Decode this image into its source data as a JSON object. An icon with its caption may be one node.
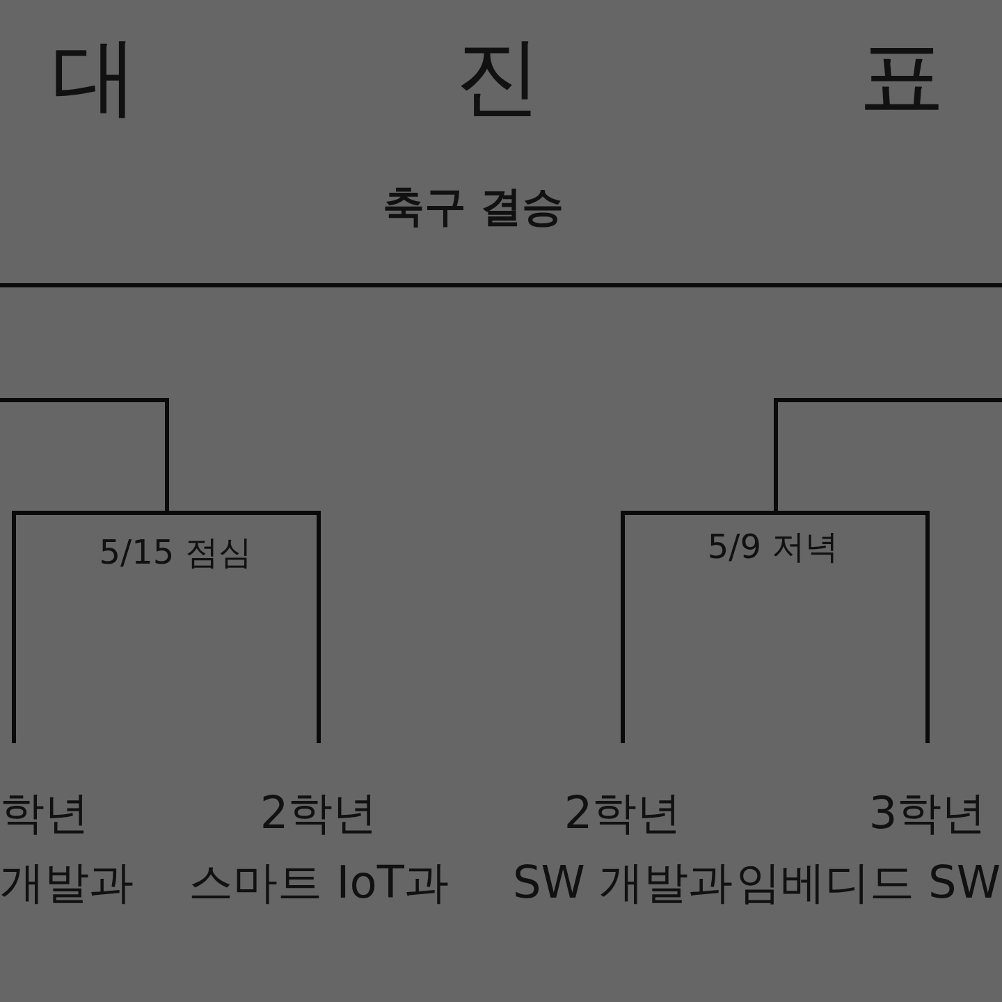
{
  "diagram": {
    "title": "대 진 표",
    "nodes": [
      {
        "text": [
          "학년",
          "개발과"
        ]
      },
      {
        "text": [
          "2학년",
          "스마트 IoT과"
        ]
      },
      {
        "text": [
          "2학년",
          "SW 개발과"
        ]
      },
      {
        "text": [
          "3학년",
          "임베디드 SW"
        ]
      }
    ],
    "edges": [
      {
        "from": 0,
        "to": 1,
        "arrow": "none",
        "label": "5/15 점심"
      },
      {
        "from": 2,
        "to": 3,
        "arrow": "none",
        "label": "5/9 저녁"
      }
    ],
    "labels": [
      "축구 결승"
    ]
  }
}
